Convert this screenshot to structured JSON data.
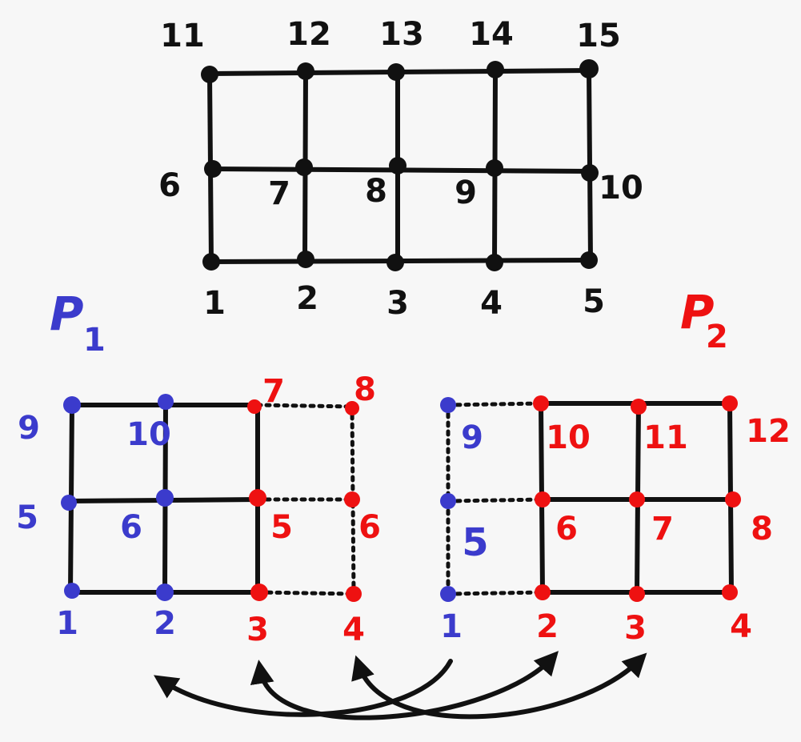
{
  "colors": {
    "ink": "#111111",
    "blue": "#3b3bcc",
    "red": "#ee1111"
  },
  "global_mesh": {
    "node_labels": [
      "1",
      "2",
      "3",
      "4",
      "5",
      "6",
      "7",
      "8",
      "9",
      "10",
      "11",
      "12",
      "13",
      "14",
      "15"
    ]
  },
  "partition1": {
    "title": "P",
    "title_sub": "1",
    "owned_labels": [
      "1",
      "2",
      "5",
      "6",
      "9",
      "10"
    ],
    "ghost_labels": [
      "3",
      "4",
      "5",
      "6",
      "7",
      "8"
    ]
  },
  "partition2": {
    "title": "P",
    "title_sub": "2",
    "ghost_labels": [
      "1",
      "5",
      "9"
    ],
    "owned_labels": [
      "2",
      "3",
      "4",
      "6",
      "7",
      "8",
      "10",
      "11",
      "12"
    ]
  }
}
